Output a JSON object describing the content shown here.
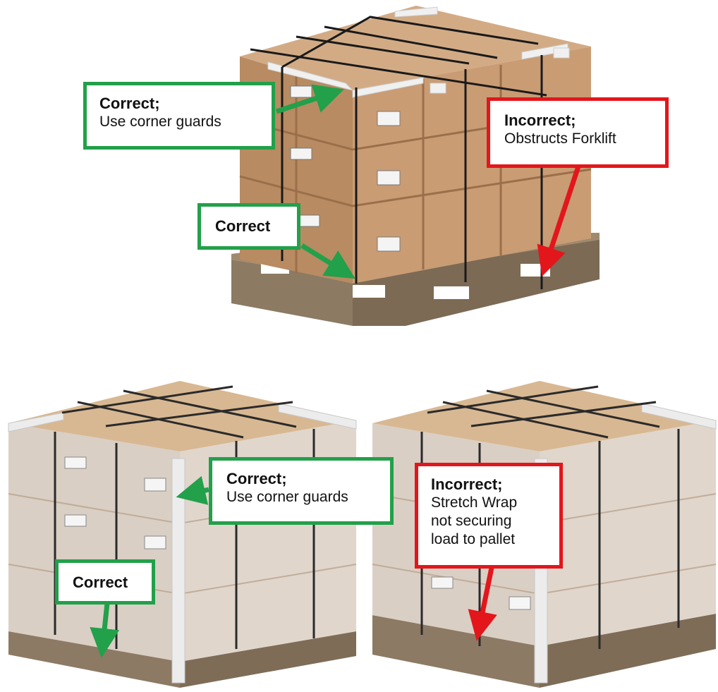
{
  "colors": {
    "correct": "#22a04a",
    "incorrect": "#e3161b",
    "carton": "#c99c74",
    "pallet": "#8a7660",
    "strap": "#1a1a1a",
    "corner_guard": "#eeeeee",
    "stretch_wrap": "#e6e2de"
  },
  "callouts": {
    "top_corner_guards": {
      "title": "Correct;",
      "text": "Use corner guards"
    },
    "top_strap_through_pallet": {
      "title": "Correct",
      "text": ""
    },
    "top_forklift": {
      "title": "Incorrect;",
      "text": "Obstructs Forklift"
    },
    "left_corner_guards": {
      "title": "Correct;",
      "text": "Use corner guards"
    },
    "left_wrap_to_pallet": {
      "title": "Correct",
      "text": ""
    },
    "right_wrap_not_securing": {
      "title": "Incorrect;",
      "text": "Stretch Wrap\nnot securing\nload to pallet"
    }
  }
}
